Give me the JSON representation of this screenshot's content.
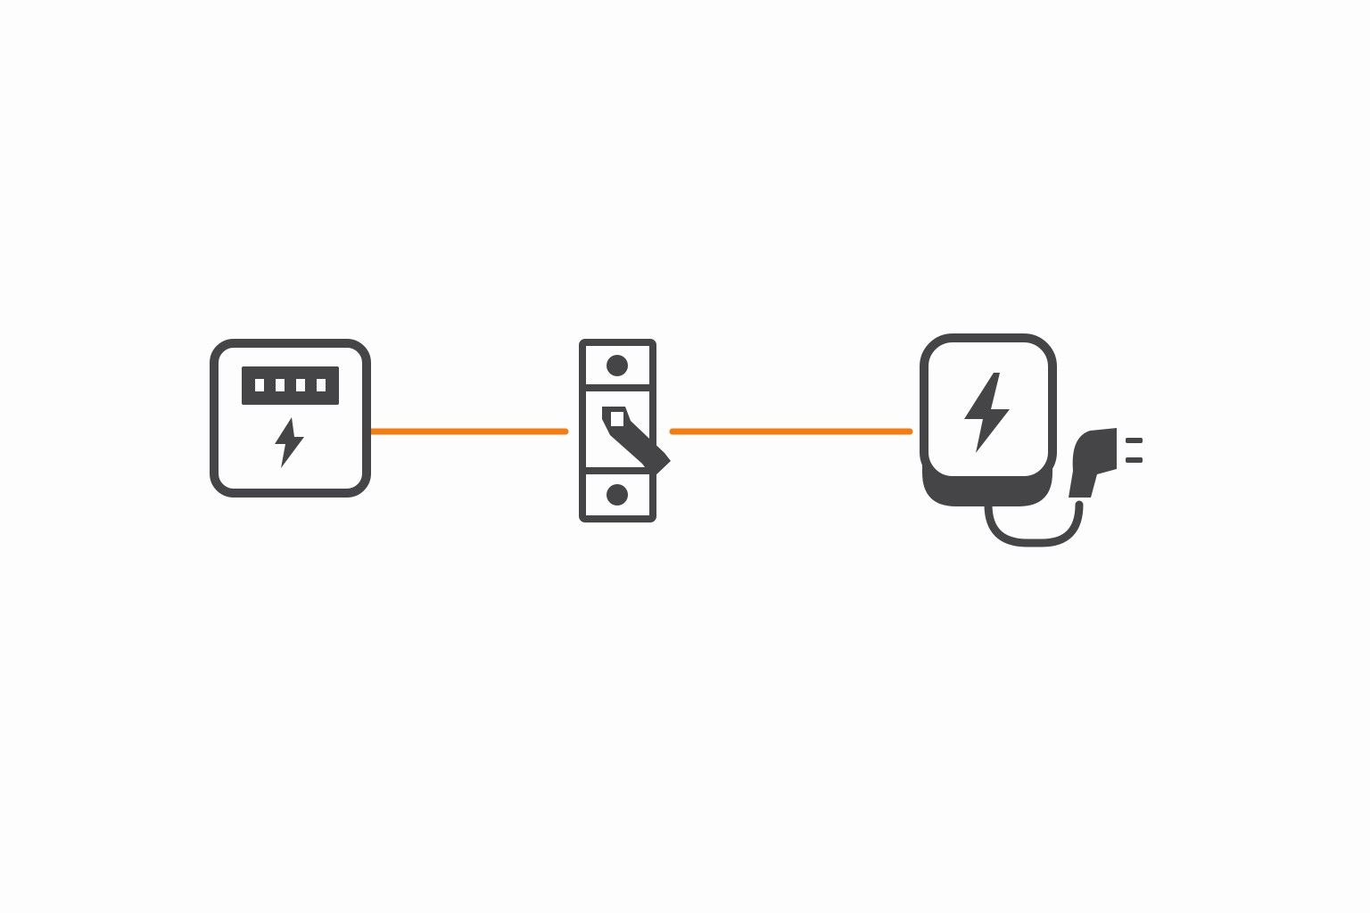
{
  "diagram": {
    "nodes": [
      {
        "id": "meter",
        "icon": "electricity-meter-icon"
      },
      {
        "id": "breaker",
        "icon": "circuit-breaker-icon"
      },
      {
        "id": "charger",
        "icon": "ev-charger-icon"
      }
    ],
    "connections": [
      {
        "from": "meter",
        "to": "breaker"
      },
      {
        "from": "breaker",
        "to": "charger"
      }
    ],
    "colors": {
      "background": "#fdfdfd",
      "icon_stroke": "#454547",
      "connector": "#f57c0f"
    }
  }
}
